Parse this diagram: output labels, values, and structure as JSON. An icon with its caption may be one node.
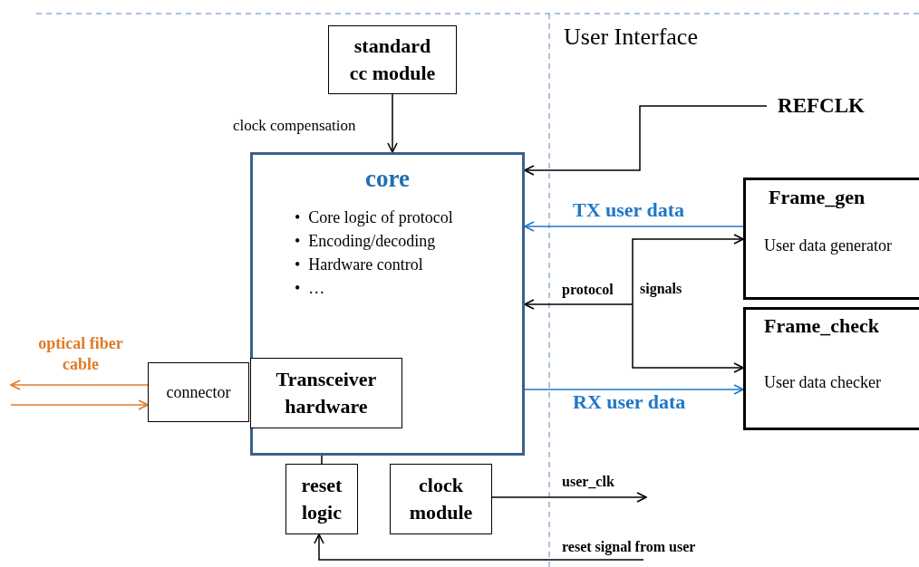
{
  "diagram": {
    "nodes": [
      {
        "text": [
          "standard cc module"
        ]
      },
      {
        "text": [
          "core",
          "•  Core logic of protocol",
          "•  Encoding/decoding",
          "•  Hardware control",
          "•  …"
        ]
      },
      {
        "text": [
          "Transceiver hardware"
        ],
        "in": 1
      },
      {
        "text": [
          "connector"
        ]
      },
      {
        "text": [
          "reset logic"
        ]
      },
      {
        "text": [
          "clock module"
        ]
      },
      {
        "text": [
          "Frame_gen",
          "User data generator"
        ]
      },
      {
        "text": [
          "Frame_check",
          "User data checker"
        ]
      },
      {
        "text": [
          "REFCLK"
        ]
      }
    ],
    "edges": [
      {
        "from": 0,
        "to": 1,
        "arrow": "to",
        "label": "clock compensation"
      },
      {
        "from": 8,
        "to": 1,
        "arrow": "to"
      },
      {
        "from": 6,
        "to": 1,
        "arrow": "to",
        "label": "TX user data",
        "color": "#1f77c8"
      },
      {
        "from": null,
        "to": 1,
        "arrow": "to",
        "label": "protocol"
      },
      {
        "from": null,
        "to": 6,
        "arrow": "to"
      },
      {
        "from": null,
        "to": 7,
        "arrow": "to"
      },
      {
        "from": 1,
        "to": 7,
        "arrow": "to",
        "label": "RX user data",
        "color": "#1f77c8"
      },
      {
        "from": 3,
        "to": null,
        "arrow": "to",
        "label": "optical fiber cable",
        "color": "#e07b28"
      },
      {
        "from": null,
        "to": 3,
        "arrow": "to",
        "color": "#e07b28"
      },
      {
        "from": 4,
        "to": 2,
        "arrow": "to"
      },
      {
        "from": 5,
        "to": null,
        "arrow": "to",
        "label": "user_clk"
      },
      {
        "from": null,
        "to": 4,
        "arrow": "to",
        "label": "reset signal from user"
      }
    ],
    "labels": [
      "User Interface",
      "signals"
    ]
  }
}
